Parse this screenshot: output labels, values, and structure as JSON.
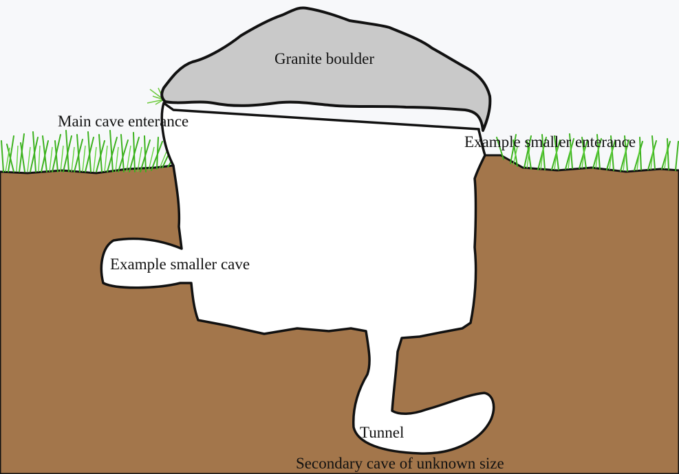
{
  "labels": {
    "boulder": "Granite boulder",
    "main_entrance": "Main cave enterance",
    "small_entrance": "Example smaller enterance",
    "small_cave": "Example smaller cave",
    "tunnel": "Tunnel",
    "secondary_cave": "Secondary cave of unknown size"
  },
  "colors": {
    "sky": "#f7f8fa",
    "soil": "#a3764b",
    "grass": "#3cb21e",
    "cave": "#ffffff",
    "boulder": "#c9c9c9",
    "outline": "#111111"
  }
}
